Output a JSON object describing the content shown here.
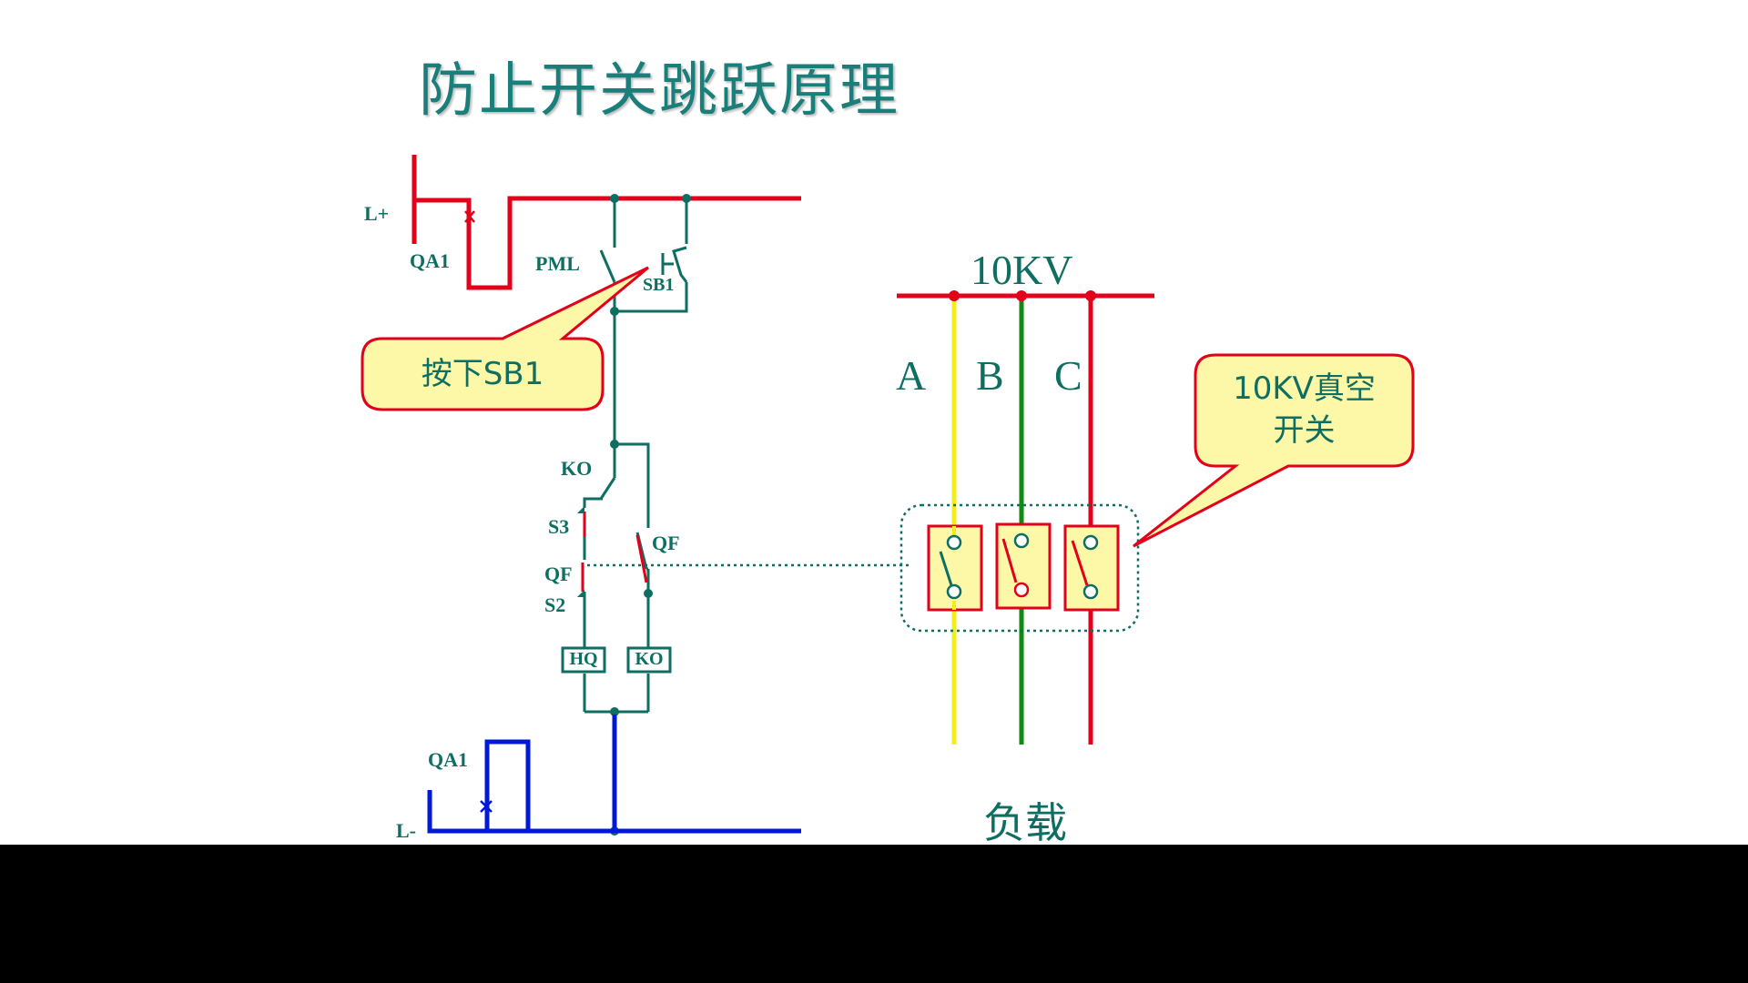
{
  "title": "防止开关跳跃原理",
  "labels": {
    "l_plus": "L+",
    "l_minus": "L-",
    "qa1_top": "QA1",
    "qa1_bottom": "QA1",
    "pml": "PML",
    "sb1": "SB1",
    "ko_contact": "KO",
    "s3": "S3",
    "qf_left": "QF",
    "s2": "S2",
    "qf_right": "QF",
    "hq_coil": "HQ",
    "ko_coil": "KO",
    "voltage": "10KV",
    "phase_a": "A",
    "phase_b": "B",
    "phase_c": "C",
    "load": "负载"
  },
  "callouts": {
    "press_sb1": "按下SB1",
    "breaker_line1": "10KV真空",
    "breaker_line2": "开关"
  },
  "colors": {
    "title": "#1a7f7a",
    "wire": "#0f6e62",
    "positive_bus": "#e3001b",
    "negative_bus": "#0018d8",
    "phase_a": "#f2ee1a",
    "phase_b": "#108a10",
    "phase_c": "#e3001b",
    "callout_fill": "#fdf7a8",
    "callout_border": "#e3001b",
    "background": "#ffffff",
    "bottom_bar": "#000000"
  }
}
